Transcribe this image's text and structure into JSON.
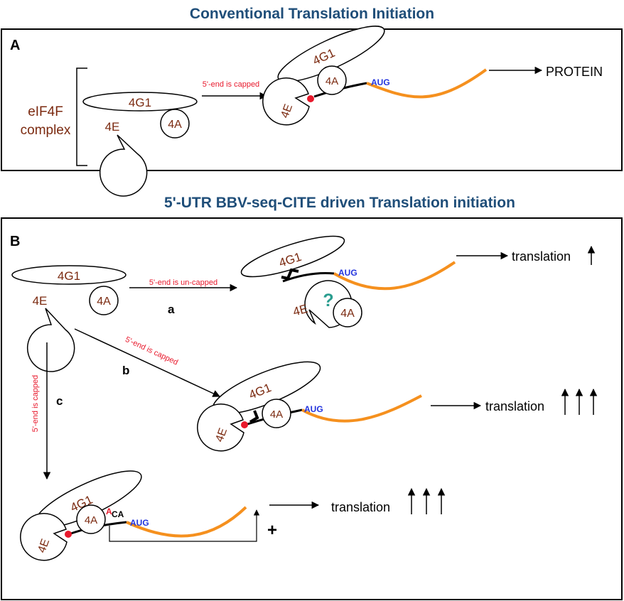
{
  "titles": {
    "a": "Conventional Translation Initiation",
    "b": "5'-UTR BBV-seq-CITE driven Translation initiation"
  },
  "panel_labels": {
    "a": "A",
    "b": "B"
  },
  "proteins": {
    "g1": "4G1",
    "e": "4E",
    "a": "4A"
  },
  "complex_label": {
    "line1": "eIF4F",
    "line2": "complex"
  },
  "arrow_labels": {
    "capped": "5'-end is capped",
    "uncapped": "5'-end is un-capped"
  },
  "path_letters": {
    "a": "a",
    "b": "b",
    "c": "c"
  },
  "codons": {
    "aug": "AUG",
    "a": "A",
    "ca": "CA"
  },
  "outputs": {
    "protein": "PROTEIN",
    "translation": "translation",
    "question": "?",
    "plus": "+"
  },
  "colors": {
    "title": "#1f4e79",
    "protein_text": "#7b2a10",
    "arrow_label": "#e8192c",
    "aug": "#2233dd",
    "mrna": "#f5901e",
    "cap": "#e8192c",
    "question": "#2a9d8f"
  }
}
